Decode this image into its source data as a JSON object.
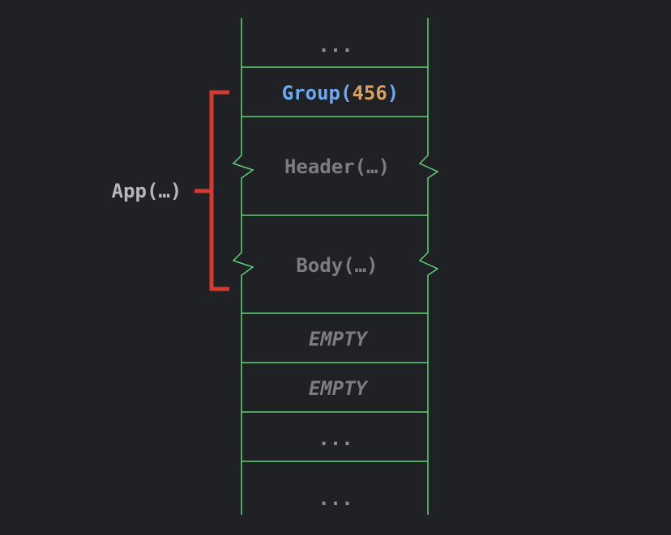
{
  "stack": {
    "rows": [
      {
        "kind": "ellipsis",
        "text": "..."
      },
      {
        "kind": "group",
        "name": "Group",
        "open": "(",
        "value": "456",
        "close": ")"
      },
      {
        "kind": "call",
        "text": "Header(…)"
      },
      {
        "kind": "call",
        "text": "Body(…)"
      },
      {
        "kind": "empty",
        "text": "EMPTY"
      },
      {
        "kind": "empty",
        "text": "EMPTY"
      },
      {
        "kind": "ellipsis",
        "text": "..."
      },
      {
        "kind": "ellipsis",
        "text": "..."
      }
    ]
  },
  "bracket": {
    "label": "App(…)"
  },
  "colors": {
    "background": "#202124",
    "line": "#5fd17a",
    "bracket": "#d23a32",
    "group_name": "#6fa8f0",
    "group_value": "#d9a066",
    "muted_text": "#7a7d82",
    "label_text": "#b4b7bd",
    "ellipsis": "#8a8d92"
  }
}
